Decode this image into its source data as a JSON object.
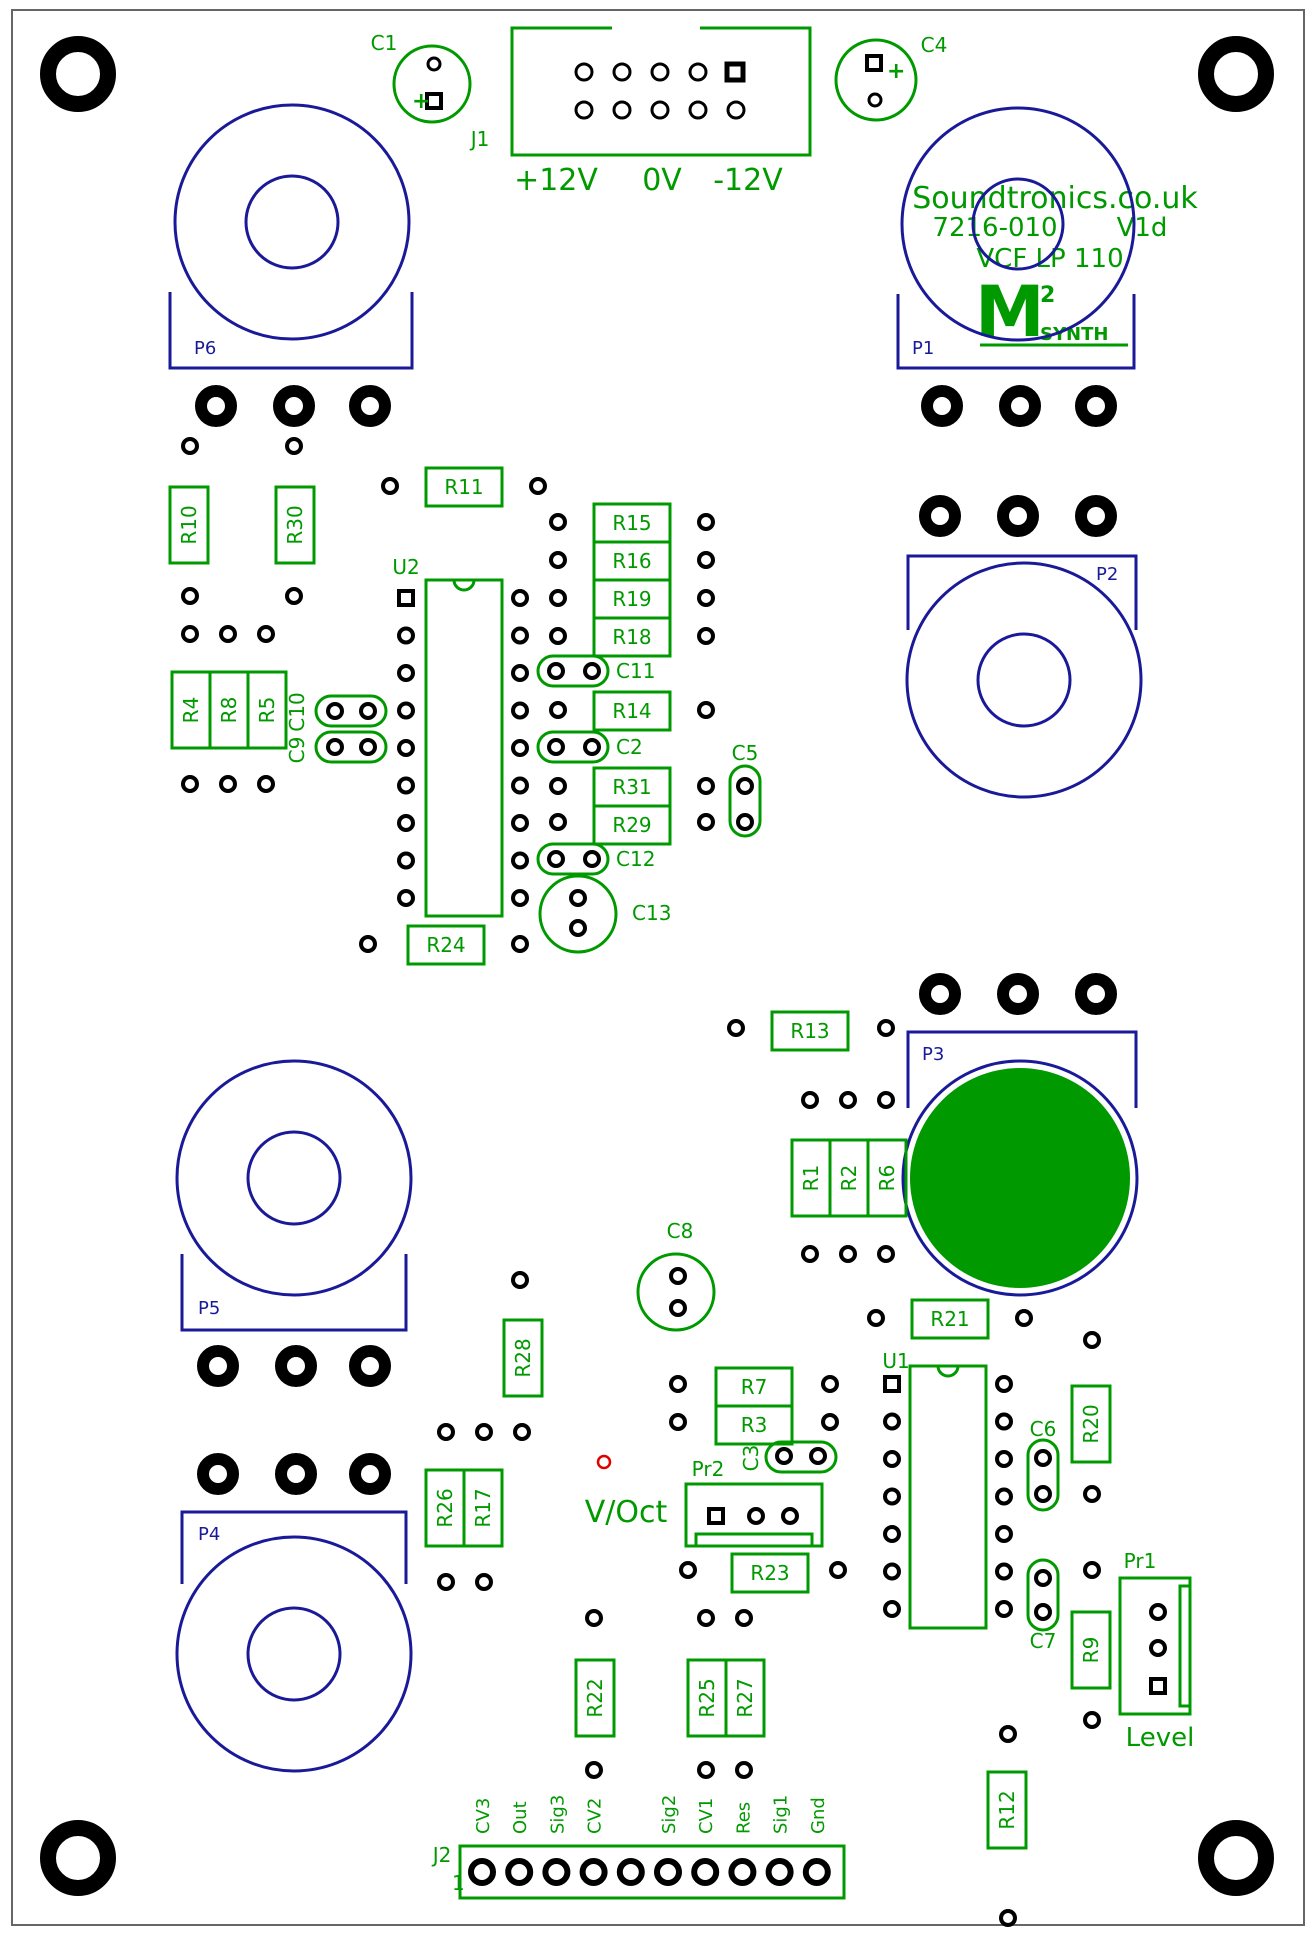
{
  "colors": {
    "silk": "#009900",
    "outline": "#1a1a99",
    "pad": "#000000",
    "marker": "#e00000",
    "board": "#ffffff",
    "edge": "#666666"
  },
  "branding": {
    "website": "Soundtronics.co.uk",
    "part_number": "7216-010",
    "version": "V1d",
    "board_name": "VCF LP 110",
    "logo_letter": "M",
    "logo_superscript": "2",
    "logo_word": "SYNTH"
  },
  "power": {
    "connector": "J1",
    "pos_label": "+12V",
    "zero_label": "0V",
    "neg_label": "-12V",
    "cap_left": "C1",
    "cap_right": "C4"
  },
  "pots": [
    "P6",
    "P1",
    "P2",
    "P3",
    "P5",
    "P4"
  ],
  "presets": {
    "pr2": "Pr2",
    "pr1": "Pr1",
    "pr2_caption": "V/Oct",
    "pr1_caption": "Level"
  },
  "ics": {
    "u2": "U2",
    "u1": "U1"
  },
  "resistors": {
    "r10": "R10",
    "r30": "R30",
    "r11": "R11",
    "r15": "R15",
    "r16": "R16",
    "r19": "R19",
    "r18": "R18",
    "r4": "R4",
    "r8": "R8",
    "r5": "R5",
    "r14": "R14",
    "r31": "R31",
    "r29": "R29",
    "r24": "R24",
    "r13": "R13",
    "r1": "R1",
    "r2": "R2",
    "r6": "R6",
    "r21": "R21",
    "r28": "R28",
    "r7": "R7",
    "r3": "R3",
    "r20": "R20",
    "r26": "R26",
    "r17": "R17",
    "r23": "R23",
    "r9": "R9",
    "r22": "R22",
    "r25": "R25",
    "r27": "R27",
    "r12": "R12"
  },
  "capacitors": {
    "c10": "C10",
    "c9": "C9",
    "c11": "C11",
    "c2": "C2",
    "c5": "C5",
    "c12": "C12",
    "c13": "C13",
    "c8": "C8",
    "c3": "C3",
    "c6": "C6",
    "c7": "C7"
  },
  "output_header": {
    "connector": "J2",
    "pin1_mark": "1",
    "pins": [
      "CV3",
      "Out",
      "Sig3",
      "CV2",
      "",
      "Sig2",
      "CV1",
      "Res",
      "Sig1",
      "Gnd"
    ]
  }
}
